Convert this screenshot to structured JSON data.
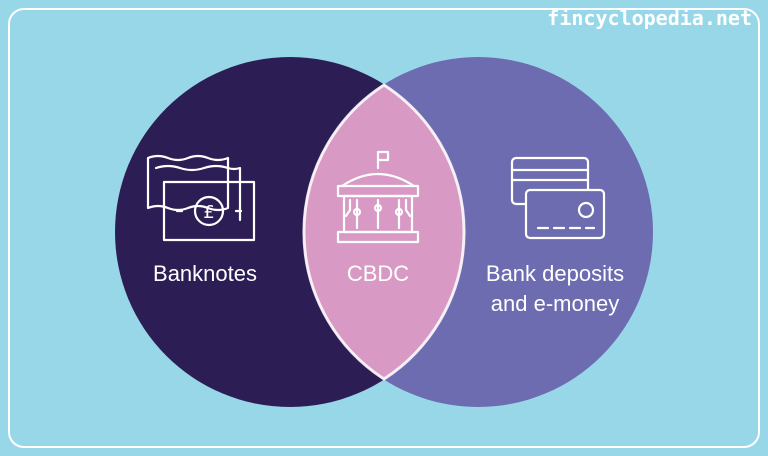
{
  "watermark": "fincyclopedia.net",
  "colors": {
    "background": "#97d7e8",
    "left_circle": "#2c1e55",
    "right_circle": "#6e6cb0",
    "overlap": "#d89ac4",
    "outline": "#ffffff"
  },
  "venn": {
    "left": {
      "label": "Banknotes",
      "icon": "banknotes-icon"
    },
    "center": {
      "label": "CBDC",
      "icon": "central-bank-circuit-icon"
    },
    "right": {
      "label_line1": "Bank deposits",
      "label_line2": "and e-money",
      "icon": "cards-icon"
    }
  }
}
